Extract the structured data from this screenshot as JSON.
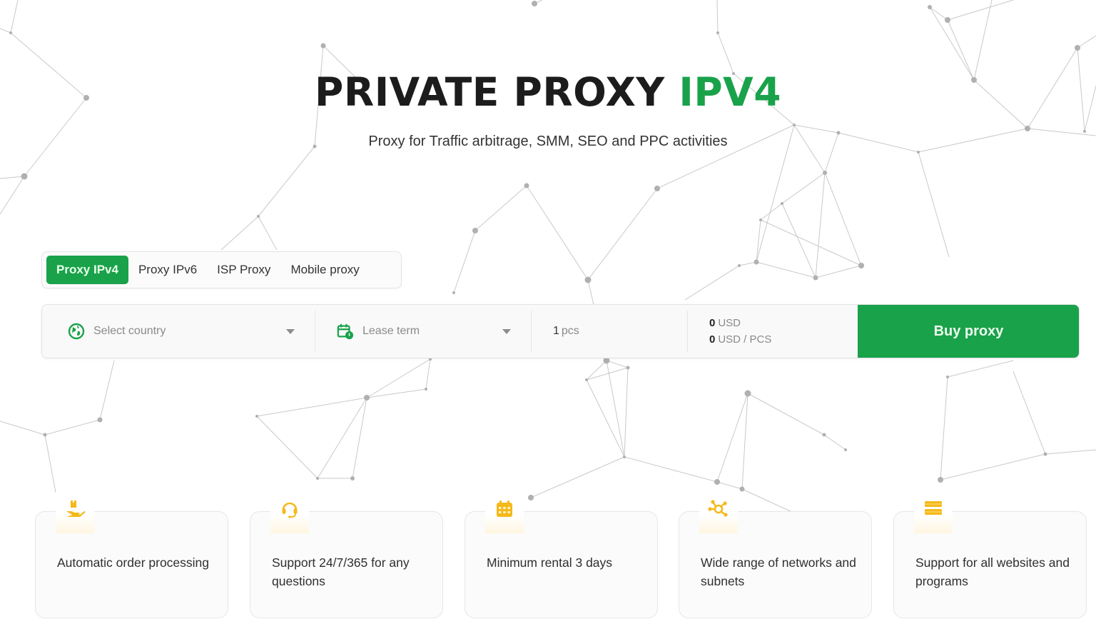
{
  "hero": {
    "title_main": "PRIVATE PROXY ",
    "title_accent": "IPV4",
    "subtitle": "Proxy for Traffic arbitrage, SMM, SEO and PPC activities"
  },
  "colors": {
    "accent_green": "#19a24a",
    "icon_yellow": "#f4b91a",
    "text_dark": "#1c1c1c"
  },
  "tabs": [
    {
      "label": "Proxy IPv4",
      "active": true
    },
    {
      "label": "Proxy IPv6",
      "active": false
    },
    {
      "label": "ISP Proxy",
      "active": false
    },
    {
      "label": "Mobile proxy",
      "active": false
    }
  ],
  "order": {
    "country": {
      "placeholder": "Select country",
      "icon": "globe-icon"
    },
    "lease": {
      "placeholder": "Lease term",
      "icon": "calendar-clock-icon"
    },
    "quantity": {
      "value": "1",
      "unit": "pcs"
    },
    "price": {
      "total_value": "0",
      "total_unit": "USD",
      "per_value": "0",
      "per_unit": "USD / PCS"
    },
    "buy_label": "Buy proxy"
  },
  "features": [
    {
      "icon": "hand-box-icon",
      "text": "Automatic order processing"
    },
    {
      "icon": "headset-icon",
      "text": "Support 24/7/365 for any questions"
    },
    {
      "icon": "calendar-icon",
      "text": "Minimum rental 3 days"
    },
    {
      "icon": "network-icon",
      "text": "Wide range of networks and subnets"
    },
    {
      "icon": "server-icon",
      "text": "Support for all websites and programs"
    }
  ]
}
